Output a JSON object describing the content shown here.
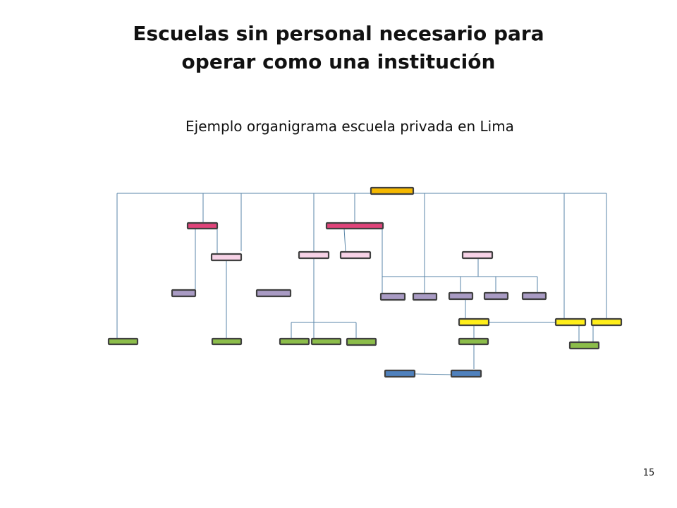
{
  "slide": {
    "title_line1": "Escuelas sin personal necesario para",
    "title_line2": "operar como una institución",
    "subtitle": "Ejemplo organigrama  escuela privada en Lima",
    "page_number": "15"
  },
  "colors": {
    "orange": "#f5b800",
    "pink": "#e0447a",
    "light_pink": "#f7d2e6",
    "lavender": "#a99bc4",
    "green": "#8cbd4a",
    "yellow": "#ffee1a",
    "blue": "#4f81bd",
    "border": "#404040",
    "connector": "#5a86a8"
  }
}
